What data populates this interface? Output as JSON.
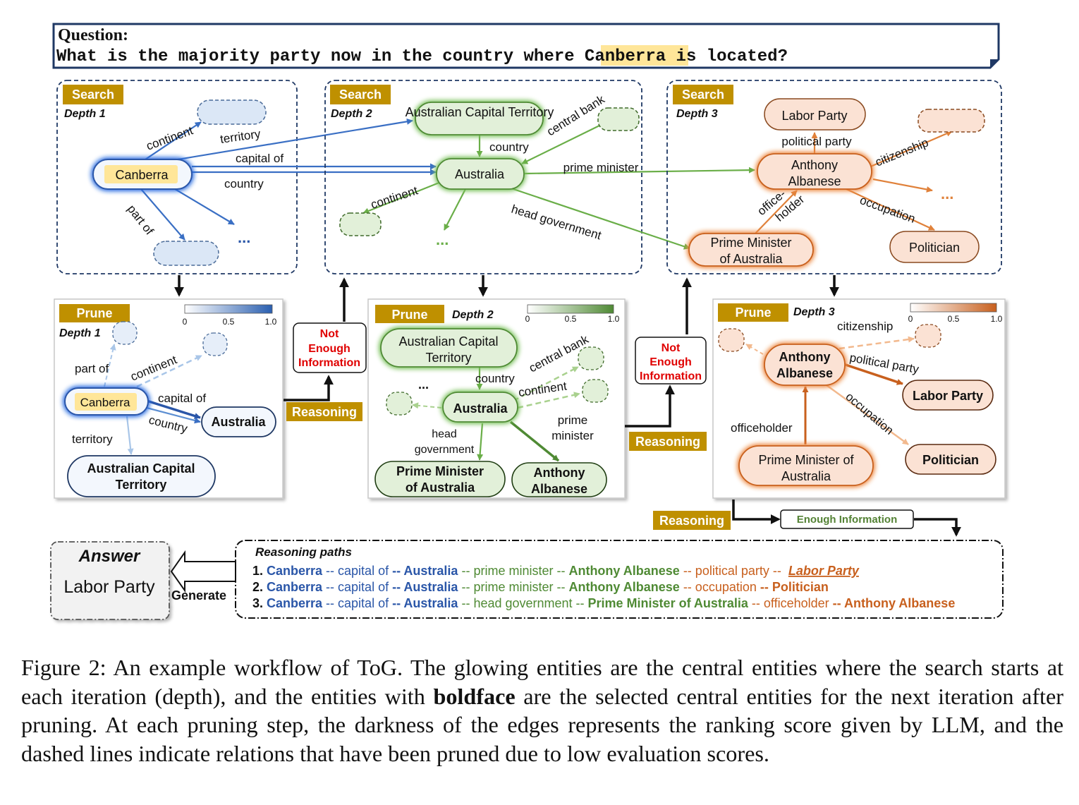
{
  "colors": {
    "blue": "#3a6fc4",
    "blue_dark": "#2a56a8",
    "blue_light": "#a9c6e8",
    "blue_fill": "#e6eef9",
    "green": "#6aae48",
    "green_dark": "#4f8a34",
    "green_light": "#a9d18e",
    "green_fill": "#e2f0d9",
    "orange": "#e0813a",
    "orange_dark": "#c8601e",
    "orange_light": "#f2b98e",
    "orange_fill": "#fbe2d4",
    "gold": "#bf9000",
    "gold_text": "#ffffff",
    "highlight": "#ffe699",
    "alert": "#e00000",
    "enough": "#548235"
  },
  "question": {
    "label": "Question:",
    "text_before": "What is the majority party now in the country where ",
    "highlight": "Canberra",
    "text_after": " is located?"
  },
  "search": {
    "tag": "Search",
    "depth1": {
      "depth_label": "Depth 1",
      "center": "Canberra",
      "edges": [
        "continent",
        "territory",
        "capital of",
        "country",
        "part of"
      ],
      "ellipsis": "..."
    },
    "depth2": {
      "depth_label": "Depth 2",
      "nodes": [
        "Australian Capital Territory",
        "Australia"
      ],
      "edges": [
        "country",
        "central bank",
        "continent",
        "prime minister",
        "head government"
      ],
      "ellipsis": "..."
    },
    "depth3": {
      "depth_label": "Depth 3",
      "nodes": [
        "Labor Party",
        "Anthony Albanese",
        "Prime Minister of Australia",
        "Politician"
      ],
      "edges": [
        "political party",
        "citizenship",
        "occupation",
        "office-holder"
      ],
      "ellipsis": "..."
    }
  },
  "prune": {
    "tag": "Prune",
    "scale_ticks": [
      "0",
      "0.5",
      "1.0"
    ],
    "depth1": {
      "depth_label": "Depth 1",
      "center": "Canberra",
      "nodes": [
        "Australia",
        "Australian Capital Territory"
      ],
      "edges": [
        "part of",
        "continent",
        "capital of",
        "country",
        "territory"
      ]
    },
    "depth2": {
      "depth_label": "Depth 2",
      "nodes": [
        "Australian Capital Territory",
        "Australia",
        "Prime Minister of Australia",
        "Anthony Albanese"
      ],
      "edges": [
        "country",
        "central bank",
        "continent",
        "head government",
        "prime minister"
      ],
      "ellipsis": "..."
    },
    "depth3": {
      "depth_label": "Depth 3",
      "nodes": [
        "Anthony Albanese",
        "Labor Party",
        "Politician",
        "Prime Minister of Australia"
      ],
      "edges": [
        "citizenship",
        "political party",
        "occupation",
        "officeholder"
      ]
    }
  },
  "flow": {
    "reasoning": "Reasoning",
    "not_enough": [
      "Not",
      "Enough",
      "Information"
    ],
    "enough": "Enough Information",
    "generate": "Generate"
  },
  "answer": {
    "title": "Answer",
    "value": "Labor Party"
  },
  "paths": {
    "title": "Reasoning paths",
    "rows": [
      [
        {
          "t": "1. ",
          "c": "#111111",
          "b": true
        },
        {
          "t": "Canberra",
          "c": "#2a56a8",
          "b": true
        },
        {
          "t": " -- capital of ",
          "c": "#2a56a8",
          "b": false
        },
        {
          "t": "-- Australia",
          "c": "#2a56a8",
          "b": true
        },
        {
          "t": " -- prime minister -- ",
          "c": "#4f8a34",
          "b": false
        },
        {
          "t": "Anthony Albanese",
          "c": "#4f8a34",
          "b": true
        },
        {
          "t": " -- political party --  ",
          "c": "#c8601e",
          "b": false
        },
        {
          "t": "Labor Party",
          "c": "#c8601e",
          "b": true,
          "i": true,
          "u": true
        }
      ],
      [
        {
          "t": "2. ",
          "c": "#111111",
          "b": true
        },
        {
          "t": "Canberra",
          "c": "#2a56a8",
          "b": true
        },
        {
          "t": " -- capital of ",
          "c": "#2a56a8",
          "b": false
        },
        {
          "t": "-- Australia",
          "c": "#2a56a8",
          "b": true
        },
        {
          "t": " -- prime minister -- ",
          "c": "#4f8a34",
          "b": false
        },
        {
          "t": "Anthony Albanese",
          "c": "#4f8a34",
          "b": true
        },
        {
          "t": " -- occupation ",
          "c": "#c8601e",
          "b": false
        },
        {
          "t": "-- Politician",
          "c": "#c8601e",
          "b": true
        }
      ],
      [
        {
          "t": "3. ",
          "c": "#111111",
          "b": true
        },
        {
          "t": "Canberra",
          "c": "#2a56a8",
          "b": true
        },
        {
          "t": " -- capital of ",
          "c": "#2a56a8",
          "b": false
        },
        {
          "t": "-- Australia",
          "c": "#2a56a8",
          "b": true
        },
        {
          "t": " -- head government -- ",
          "c": "#4f8a34",
          "b": false
        },
        {
          "t": "Prime Minister of Australia",
          "c": "#4f8a34",
          "b": true
        },
        {
          "t": " -- officeholder ",
          "c": "#c8601e",
          "b": false
        },
        {
          "t": "-- Anthony Albanese",
          "c": "#c8601e",
          "b": true
        }
      ]
    ]
  },
  "caption": {
    "prefix": "Figure 2:  An example workflow of ToG. The glowing entities are the central entities where the search starts at each iteration (depth), and the entities with ",
    "bold": "boldface",
    "suffix": " are the selected central entities for the next iteration after pruning.  At each pruning step, the darkness of the edges represents the ranking score given by LLM, and the dashed lines indicate relations that have been pruned due to low evaluation scores."
  }
}
